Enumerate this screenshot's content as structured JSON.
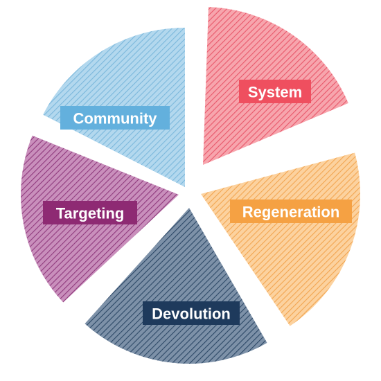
{
  "segments": [
    {
      "label": "System",
      "color": "#ef4f5f",
      "fill": "#f7a5ad",
      "stroke": "#e8576a"
    },
    {
      "label": "Regeneration",
      "color": "#f5a143",
      "fill": "#fcd29f",
      "stroke": "#f2a550"
    },
    {
      "label": "Devolution",
      "color": "#1e3a5c",
      "fill": "#7d91a8",
      "stroke": "#2c4866"
    },
    {
      "label": "Targeting",
      "color": "#8e2a73",
      "fill": "#c98fbc",
      "stroke": "#8f3a7d"
    },
    {
      "label": "Community",
      "color": "#63b0dd",
      "fill": "#b3d8ee",
      "stroke": "#7bb8dc"
    }
  ]
}
